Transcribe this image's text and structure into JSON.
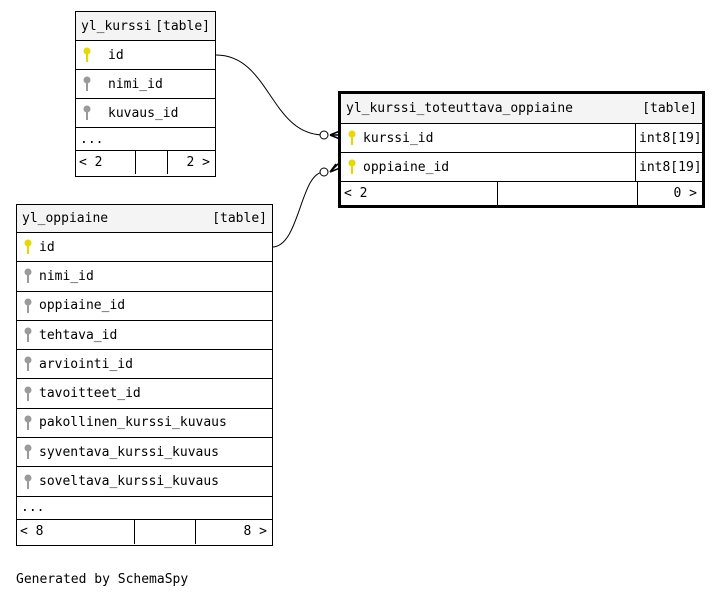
{
  "tables": {
    "kurssi": {
      "name": "yl_kurssi",
      "tag": "[table]",
      "columns": [
        "id",
        "nimi_id",
        "kuvaus_id"
      ],
      "more": "...",
      "parents_label": "< 2",
      "children_label": "2 >"
    },
    "oppiaine": {
      "name": "yl_oppiaine",
      "tag": "[table]",
      "columns": [
        "id",
        "nimi_id",
        "oppiaine_id",
        "tehtava_id",
        "arviointi_id",
        "tavoitteet_id",
        "pakollinen_kurssi_kuvaus",
        "syventava_kurssi_kuvaus",
        "soveltava_kurssi_kuvaus"
      ],
      "more": "...",
      "parents_label": "< 8",
      "children_label": "8 >"
    },
    "toteuttava": {
      "name": "yl_kurssi_toteuttava_oppiaine",
      "tag": "[table]",
      "columns": [
        {
          "name": "kurssi_id",
          "type": "int8[19]"
        },
        {
          "name": "oppiaine_id",
          "type": "int8[19]"
        }
      ],
      "parents_label": "< 2",
      "children_label": "0 >"
    }
  },
  "footer_text": "Generated by SchemaSpy",
  "colors": {
    "primary_key": "#e8d800",
    "key": "#9a9a9a",
    "header_bg": "#f4f4f4"
  }
}
